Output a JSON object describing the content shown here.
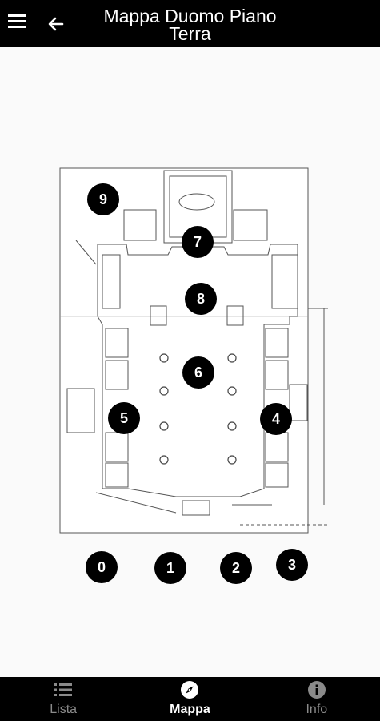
{
  "header": {
    "title_line1": "Mappa Duomo Piano",
    "title_line2": "Terra"
  },
  "markers": [
    {
      "label": "0"
    },
    {
      "label": "1"
    },
    {
      "label": "2"
    },
    {
      "label": "3"
    },
    {
      "label": "4"
    },
    {
      "label": "5"
    },
    {
      "label": "6"
    },
    {
      "label": "7"
    },
    {
      "label": "8"
    },
    {
      "label": "9"
    }
  ],
  "bottom_nav": {
    "items": [
      {
        "label": "Lista",
        "icon": "list-icon",
        "active": false
      },
      {
        "label": "Mappa",
        "icon": "compass-icon",
        "active": true
      },
      {
        "label": "Info",
        "icon": "info-icon",
        "active": false
      }
    ]
  },
  "colors": {
    "bar": "#000000",
    "active": "#ffffff",
    "inactive": "#8a8a8a"
  }
}
